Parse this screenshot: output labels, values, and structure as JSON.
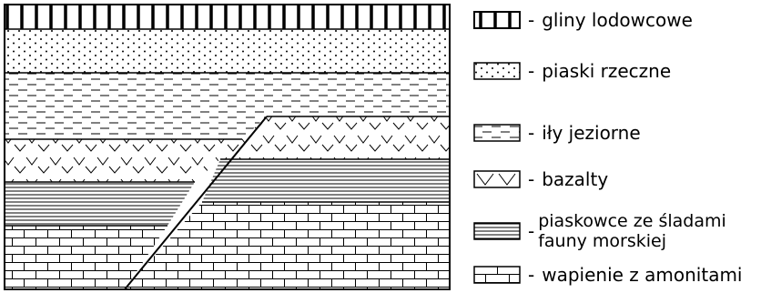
{
  "legend": [
    {
      "id": "gliny",
      "label": "gliny lodowcowe"
    },
    {
      "id": "piaski",
      "label": "piaski rzeczne"
    },
    {
      "id": "ily",
      "label": "iły jeziorne"
    },
    {
      "id": "bazalty",
      "label": "bazalty"
    },
    {
      "id": "piaskowce",
      "label_line1": "piaskowce ze śladami",
      "label_line2": "fauny morskiej"
    },
    {
      "id": "wapienie",
      "label": "wapienie z amonitami"
    }
  ],
  "dash": "-"
}
